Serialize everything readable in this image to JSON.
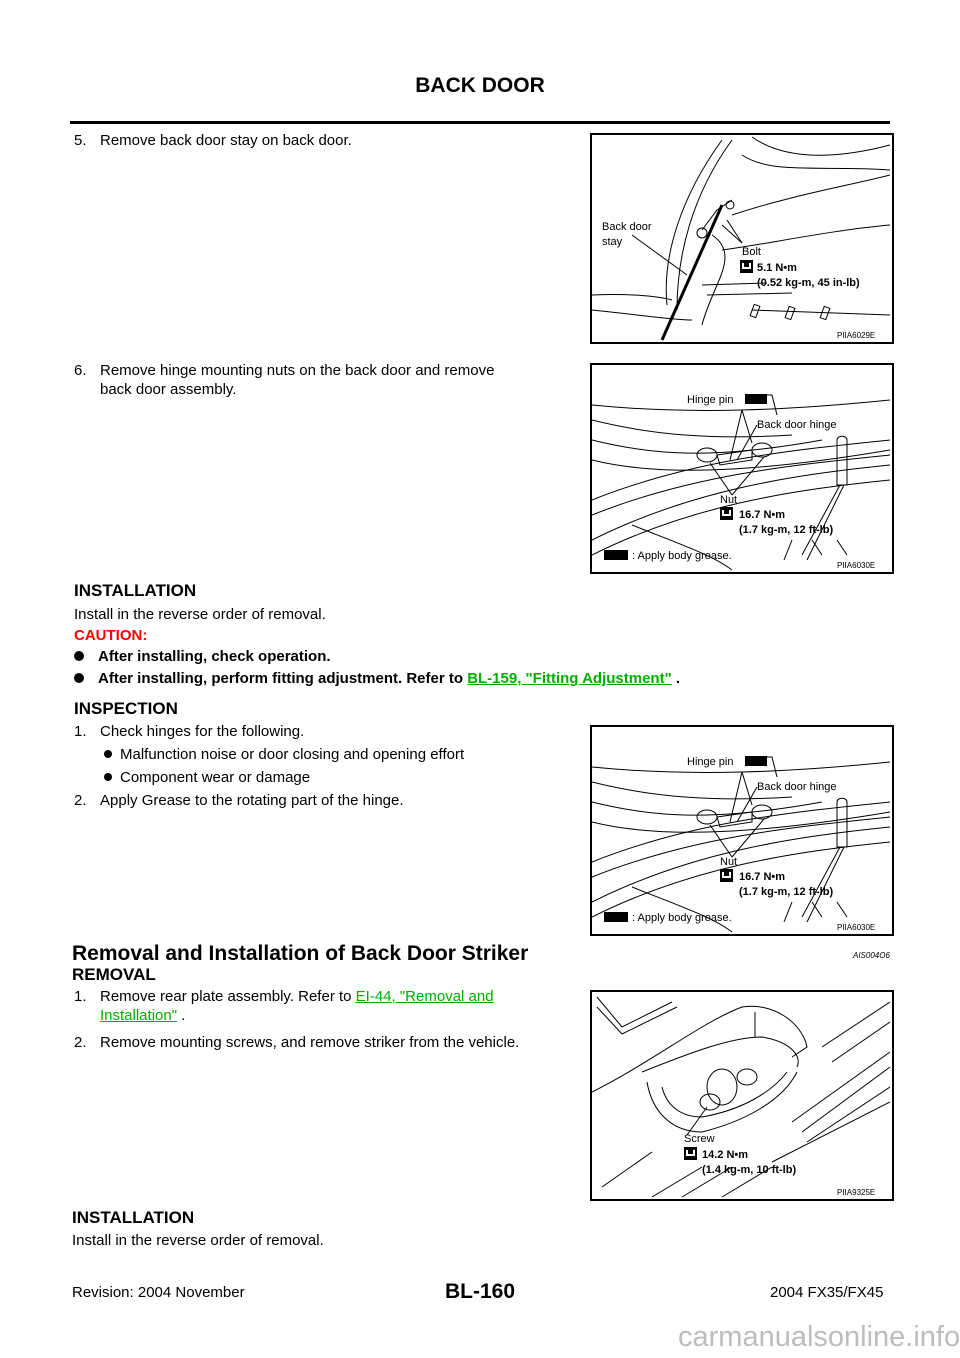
{
  "header": {
    "title": "BACK DOOR"
  },
  "removal_steps": {
    "step5": {
      "num": "5.",
      "text": "Remove back door stay on back door."
    },
    "step6": {
      "num": "6.",
      "text_line1": "Remove hinge mounting nuts on the back door and remove",
      "text_line2": "back door assembly."
    }
  },
  "installation": {
    "heading": "INSTALLATION",
    "text": "Install in the reverse order of removal.",
    "caution_label": "CAUTION:",
    "bullets": [
      {
        "text": "After installing, check operation."
      },
      {
        "text_before": "After installing, perform fitting adjustment. Refer to ",
        "link": "BL-159, \"Fitting Adjustment\"",
        "text_after": " ."
      }
    ]
  },
  "inspection": {
    "heading": "INSPECTION",
    "step1": {
      "num": "1.",
      "text": "Check hinges for the following."
    },
    "sub_bullets": [
      "Malfunction noise or door closing and opening effort",
      "Component wear or damage"
    ],
    "step2": {
      "num": "2.",
      "text": "Apply Grease to the rotating part of the hinge."
    }
  },
  "striker_section": {
    "title": "Removal and Installation of Back Door Striker",
    "ref_code": "AIS004O6",
    "removal_heading": "REMOVAL",
    "step1": {
      "num": "1.",
      "text_before": "Remove rear plate assembly. Refer to ",
      "link_line1": "EI-44, \"Removal and",
      "link_line2": "Installation\"",
      "text_after": " ."
    },
    "step2": {
      "num": "2.",
      "text": "Remove mounting screws, and remove striker from the vehicle."
    },
    "installation_heading": "INSTALLATION",
    "installation_text": "Install in the reverse order of removal."
  },
  "figures": {
    "fig1": {
      "label_stay_1": "Back door",
      "label_stay_2": "stay",
      "label_bolt": "Bolt",
      "torque_1": "5.1 N•m",
      "torque_2": "(0.52 kg-m, 45 in-lb)",
      "code": "PIIA6029E"
    },
    "fig2": {
      "label_pin": "Hinge pin",
      "label_hinge": "Back door hinge",
      "label_nut": "Nut",
      "torque_1": "16.7 N•m",
      "torque_2": "(1.7 kg-m, 12 ft-lb)",
      "legend": ": Apply body grease.",
      "code": "PIIA6030E"
    },
    "fig3": {
      "label_pin": "Hinge pin",
      "label_hinge": "Back door hinge",
      "label_nut": "Nut",
      "torque_1": "16.7 N•m",
      "torque_2": "(1.7 kg-m, 12 ft-lb)",
      "legend": ": Apply body grease.",
      "code": "PIIA6030E"
    },
    "fig4": {
      "label_screw": "Screw",
      "torque_1": "14.2 N•m",
      "torque_2": "(1.4 kg-m, 10 ft-lb)",
      "code": "PIIA9325E"
    }
  },
  "footer": {
    "revision": "Revision: 2004 November",
    "page_number": "BL-160",
    "model": "2004 FX35/FX45",
    "watermark": "carmanualsonline.info"
  }
}
